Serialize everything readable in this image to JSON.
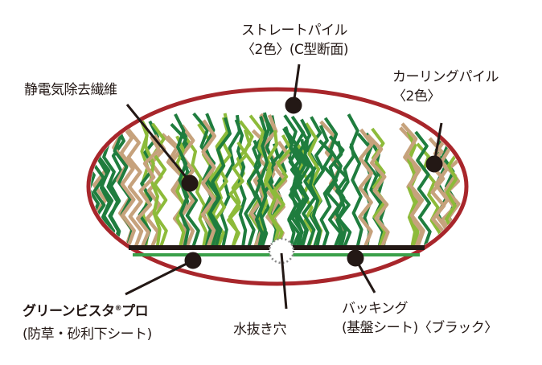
{
  "labels": {
    "straight_pile": {
      "line1": "ストレートパイル",
      "line2": "〈2色〉(C型断面)"
    },
    "curling_pile": {
      "line1": "カーリングパイル",
      "line2": "〈2色〉"
    },
    "antistatic": {
      "line1": "静電気除去繊維"
    },
    "product": {
      "name": "グリーンビスタ",
      "reg": "®",
      "name_suffix": "プロ",
      "line2": "(防草・砂利下シート)"
    },
    "drain_hole": {
      "line1": "水抜き穴"
    },
    "backing": {
      "line1": "バッキング",
      "line2": "(基盤シート)〈ブラック〉"
    }
  },
  "colors": {
    "ellipse": "#a8262b",
    "dark_green": "#1f7d3e",
    "light_green": "#8dbb3a",
    "tan": "#c6a27c",
    "backing": "#231815",
    "sheet": "#3aa04a"
  }
}
